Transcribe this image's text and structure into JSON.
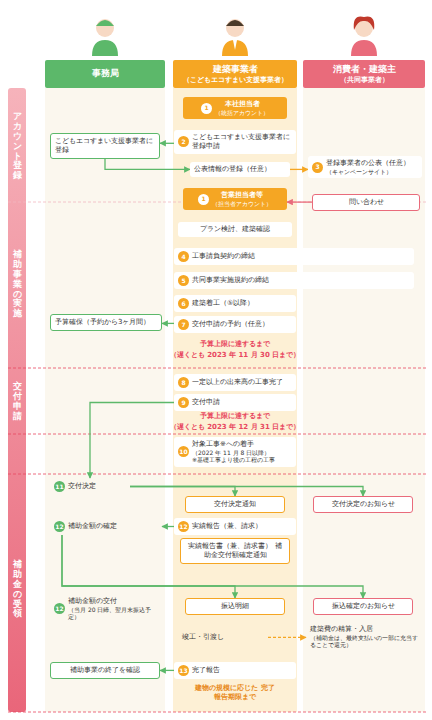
{
  "diagram": {
    "nodes": [
      {
        "text": [
          "事務局"
        ]
      },
      {
        "text": [
          "建築事業者",
          "（こどもエコすまい支援事業者）"
        ]
      },
      {
        "text": [
          "消費者・建築主",
          "（共同事業者）"
        ]
      },
      {
        "text": [
          "1",
          "本社担当者",
          "（統括アカウント）"
        ]
      },
      {
        "text": [
          "こどもエコすまい支援事業者に登録"
        ]
      },
      {
        "text": [
          "2",
          "こどもエコすまい支援事業者に 登録申請"
        ]
      },
      {
        "text": [
          "公表情報の登録（任意）"
        ]
      },
      {
        "text": [
          "3",
          "登録事業者の公表（任意）",
          "（キャンペーンサイト）"
        ]
      },
      {
        "text": [
          "1",
          "営業担当者等",
          "（担当者アカウント）"
        ]
      },
      {
        "text": [
          "問い合わせ"
        ]
      },
      {
        "text": [
          "プラン検討、建築確認"
        ]
      },
      {
        "text": [
          "4",
          "工事請負契約の締結"
        ]
      },
      {
        "text": [
          "5",
          "共同事業実施規約の締結"
        ]
      },
      {
        "text": [
          "6",
          "建築着工（⑤以降）"
        ]
      },
      {
        "text": [
          "予算確保（予約から3ヶ月間）"
        ]
      },
      {
        "text": [
          "7",
          "交付申請の予約（任意）"
        ]
      },
      {
        "text": [
          "8",
          "一定以上の出来高の工事完了"
        ]
      },
      {
        "text": [
          "9",
          "交付申請"
        ]
      },
      {
        "text": [
          "10",
          "対象工事※への着手",
          "（2022 年 11 月 8 日以降）",
          "※基礎工事より後の工程の工事"
        ]
      },
      {
        "text": [
          "11",
          "交付決定"
        ]
      },
      {
        "text": [
          "交付決定通知"
        ]
      },
      {
        "text": [
          "交付決定のお知らせ"
        ]
      },
      {
        "text": [
          "12",
          "補助金額の確定"
        ]
      },
      {
        "text": [
          "12",
          "実績報告（兼、請求）"
        ]
      },
      {
        "text": [
          "実績報告書（兼、請求書） 補助金交付額確定通知"
        ]
      },
      {
        "text": [
          "12",
          "補助金額の交付",
          "（当月 20 日締、翌月末振込予定）"
        ]
      },
      {
        "text": [
          "振込明細"
        ]
      },
      {
        "text": [
          "振込確定のお知らせ"
        ]
      },
      {
        "text": [
          "竣工・引渡し"
        ]
      },
      {
        "text": [
          "建築費の精算・入居",
          "（補助金は、最終支払いの一部に充当することで還元）"
        ]
      },
      {
        "text": [
          "補助事業の終了を確認"
        ]
      },
      {
        "text": [
          "13",
          "完了報告"
        ]
      }
    ],
    "edges": [
      {
        "from": 5,
        "to": 4,
        "arrow": "to"
      },
      {
        "from": 4,
        "to": 6,
        "arrow": "to"
      },
      {
        "from": 6,
        "to": 7,
        "arrow": "to"
      },
      {
        "from": 9,
        "to": 8,
        "arrow": "to"
      },
      {
        "from": 15,
        "to": 14,
        "arrow": "to"
      },
      {
        "from": 17,
        "to": 19,
        "arrow": "to"
      },
      {
        "from": 19,
        "to": 20,
        "arrow": "to"
      },
      {
        "from": 19,
        "to": 21,
        "arrow": "to"
      },
      {
        "from": 23,
        "to": 22,
        "arrow": "to"
      },
      {
        "from": 22,
        "to": 26,
        "arrow": "to"
      },
      {
        "from": 22,
        "to": 27,
        "arrow": "to"
      },
      {
        "from": 28,
        "to": 29,
        "arrow": "to"
      },
      {
        "from": 31,
        "to": 30,
        "arrow": "to"
      }
    ],
    "labels": [
      "アカウント登録",
      "補助事業の実施",
      "交付申請",
      "補助金の受領",
      "予算上限に達するまで",
      "（遅くとも 2023 年 11 月 30 日まで）",
      "予算上限に達するまで",
      "（遅くとも 2023 年 12 月 31 日まで）",
      "建物の規模に応じた 完了報告期限まで"
    ]
  }
}
